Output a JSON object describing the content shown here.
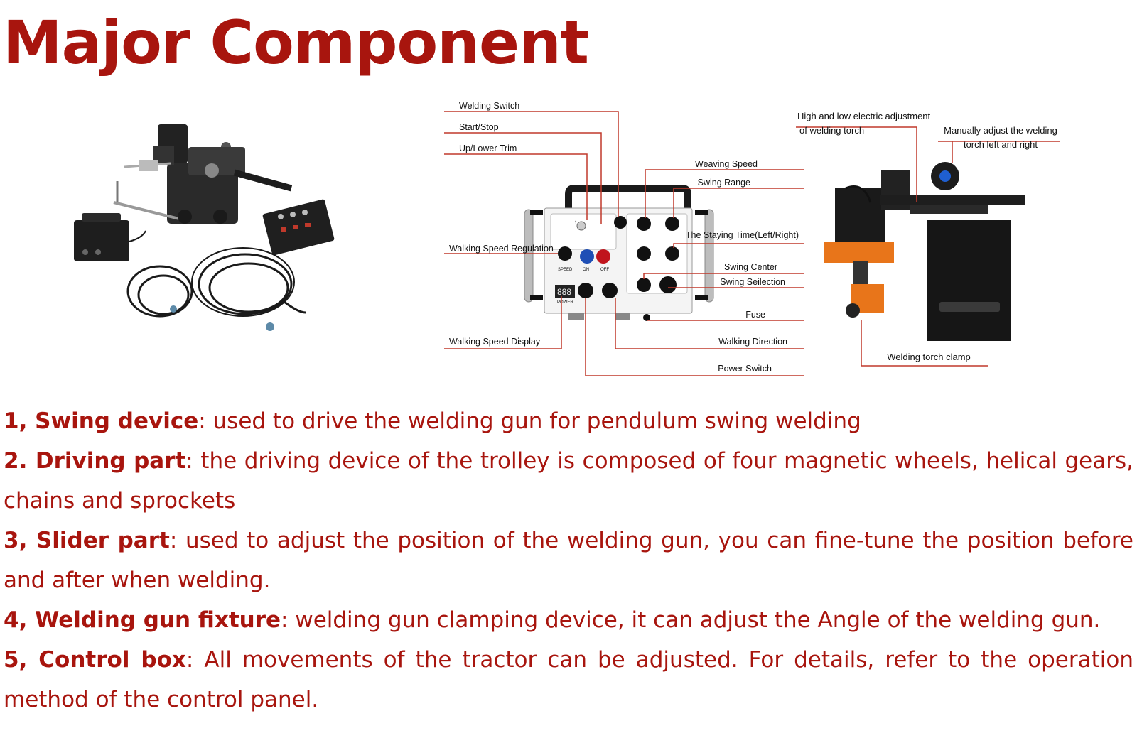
{
  "title": "Major Component",
  "figure": {
    "callouts": {
      "welding_switch": "Welding Switch",
      "start_stop": "Start/Stop",
      "up_lower_trim": "Up/Lower Trim",
      "weaving_speed": "Weaving Speed",
      "swing_range": "Swing Range",
      "staying_time": "The Staying Time(Left/Right)",
      "walking_speed_regulation": "Walking Speed Regulation",
      "swing_center": "Swing Center",
      "swing_selection": "Swing Seilection",
      "fuse": "Fuse",
      "walking_direction": "Walking Direction",
      "walking_speed_display": "Walking Speed Display",
      "power_switch": "Power Switch",
      "high_low_line1": "High and low electric adjustment",
      "high_low_line2": "of welding torch",
      "manual_line1": "Manually adjust the welding",
      "manual_line2": "torch left and right",
      "torch_clamp": "Welding torch clamp"
    },
    "panel": {
      "speed": "SPEED",
      "on": "ON",
      "off": "OFF",
      "power": "POWER",
      "display": "888"
    }
  },
  "items": [
    {
      "term": "1, Swing device",
      "text": ": used to drive the welding gun for pendulum swing welding"
    },
    {
      "term": "2. Driving part",
      "text": ": the driving device of the trolley is composed of four magnetic wheels, helical gears, chains and sprockets"
    },
    {
      "term": "3, Slider part",
      "text": ": used to adjust the position of the welding gun, you can fine-tune the position before and after when welding."
    },
    {
      "term": "4, Welding gun fixture",
      "text": ": welding gun clamping device, it can adjust the Angle of the welding gun."
    },
    {
      "term": "5, Control box",
      "text": ": All movements of the tractor can be adjusted. For details, refer to the operation method of the control panel."
    }
  ],
  "colors": {
    "accent": "#a8150e",
    "leader": "#c0392b"
  }
}
